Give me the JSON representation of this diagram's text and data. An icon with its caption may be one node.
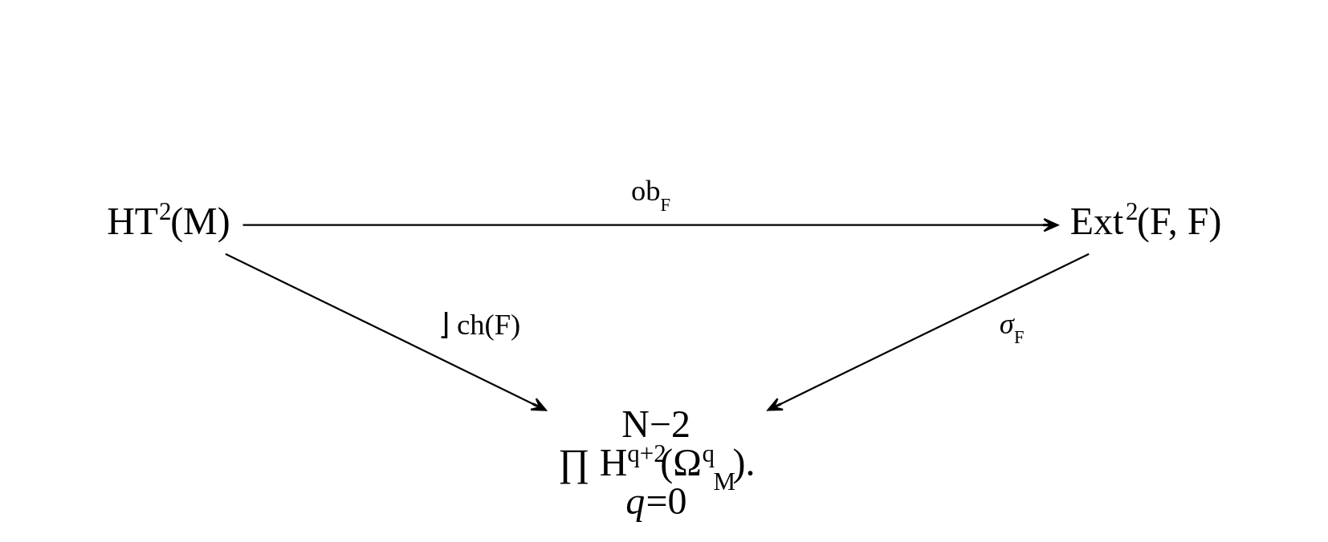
{
  "diagram": {
    "nodes": [
      {
        "text": [
          "HT$^{2}$(M)"
        ]
      },
      {
        "text": [
          "Ext$^{2}$(F, F)"
        ]
      },
      {
        "text": [
          "N−2",
          "∏ H$^{q+2}$(Ω$^{q}$$_{M}$).",
          "*q*=0"
        ]
      }
    ],
    "edges": [
      {
        "from": 0,
        "to": 1,
        "arrow": "to",
        "label": "ob$_{F}$"
      },
      {
        "from": 0,
        "to": 2,
        "arrow": "to",
        "label": "⌋ ch(F)"
      },
      {
        "from": 1,
        "to": 2,
        "arrow": "to",
        "label": "*σ*$_{F}$"
      }
    ]
  }
}
